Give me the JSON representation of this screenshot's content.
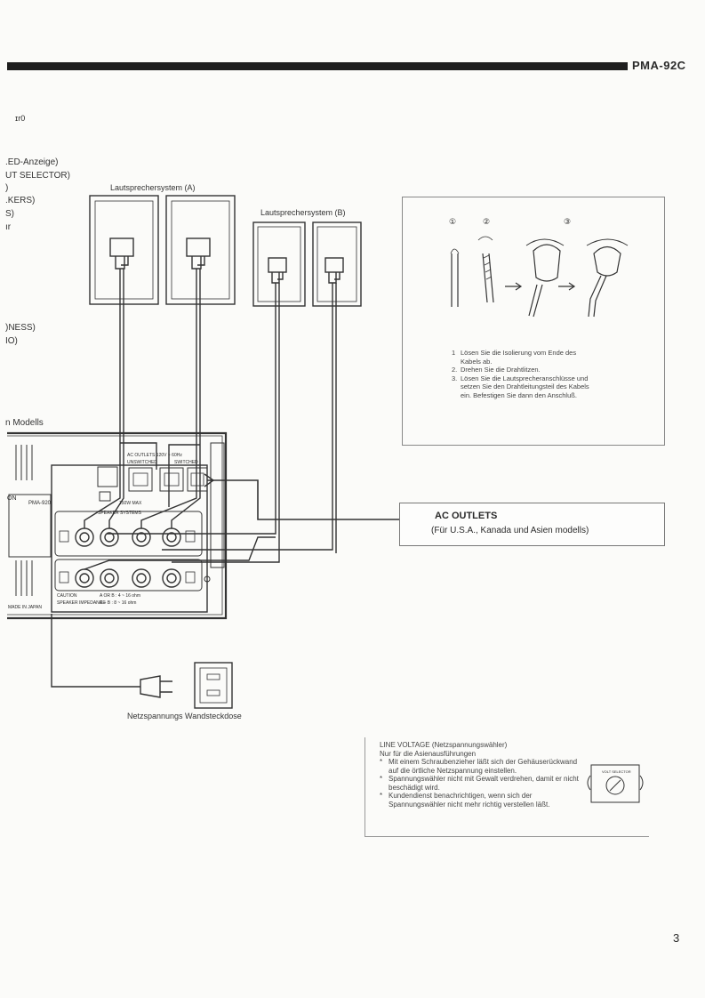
{
  "header": {
    "model": "PMA-92C"
  },
  "top_mark": "ɪr0",
  "left_fragments": [
    ".ED-Anzeige)",
    "UT SELECTOR)",
    ")",
    ".KERS)",
    "S)",
    "ır"
  ],
  "left_fragments_2": [
    ")NESS)",
    "IO)"
  ],
  "models_fragment": "n Modells",
  "speakers": {
    "system_a": "Lautsprechersystem (A)",
    "system_b": "Lautsprechersystem (B)"
  },
  "instructions": {
    "step_marks": [
      "①",
      "②",
      "③"
    ],
    "steps": [
      {
        "num": "1",
        "text": "Lösen Sie die Isolierung vom Ende des Kabels ab."
      },
      {
        "num": "2.",
        "text": "Drehen Sie die Drahtlitzen."
      },
      {
        "num": "3.",
        "text": "Lösen Sie die Lautsprecheranschlüsse und setzen Sie den Drahtleitungsteil des Kabels ein. Befestigen Sie dann den Anschluß."
      }
    ]
  },
  "amp_panel": {
    "brand_fragment": "ON",
    "model_plate": "PMA-920",
    "made_in": "MADE IN JAPAN",
    "outlets_label": "AC OUTLETS 120V ~ 60Hz",
    "unswitched": "UNSWITCHED",
    "switched": "SWITCHED",
    "watt_label": "150W MAX",
    "speaker_systems": "SPEAKER SYSTEMS",
    "caution": "CAUTION",
    "impedance": "SPEAKER IMPEDANCE",
    "ohm_a": "A OR B : 4 ~ 16 ohm",
    "ohm_ab": "A + B : 8 ~ 16 ohm"
  },
  "ac_outlets": {
    "title": "AC OUTLETS",
    "subtitle": "(Für U.S.A., Kanada und Asien modells)"
  },
  "wall_socket_label": "Netzspannungs Wandsteckdose",
  "line_voltage": {
    "title": "LINE VOLTAGE (Netzspannungswähler)",
    "subtitle": "Nur für die Asienausführungen",
    "items": [
      "Mit einem Schraubenzieher läßt sich der Gehäuserückwand auf die örtliche Netzspannung einstellen.",
      "Spannungswähler nicht mit Gewalt verdrehen, damit er nicht beschädigt wird.",
      "Kundendienst benachrichtigen, wenn sich der Spannungswähler nicht mehr richtig verstellen läßt."
    ],
    "selector_label": "VOLT SELECTOR"
  },
  "page_number": "3"
}
